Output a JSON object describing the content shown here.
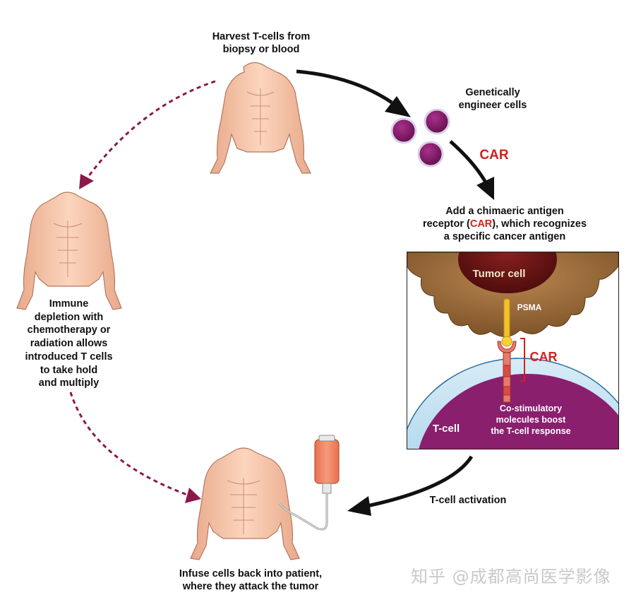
{
  "steps": {
    "harvest": "Harvest T-cells from\nbiopsy or blood",
    "engineer": "Genetically\nengineer cells",
    "car_arrow_label": "CAR",
    "add_car_line1": "Add a chimaeric antigen",
    "add_car_line2_pre": "receptor (",
    "add_car_line2_car": "CAR",
    "add_car_line2_post": "), which recognizes",
    "add_car_line3": "a specific cancer antigen",
    "activation": "T-cell activation",
    "infuse": "Infuse cells back into patient,\nwhere they attack the tumor",
    "depletion": "Immune\ndepletion with\nchemotherapy or\nradiation allows\nintroduced T cells\nto take hold\nand multiply"
  },
  "inset": {
    "tumor_cell": "Tumor cell",
    "psma": "PSMA",
    "car": "CAR",
    "costim": "Co-stimulatory\nmolecules boost\nthe T-cell response",
    "tcell": "T-cell"
  },
  "watermark": "知乎 @成都高尚医学影像",
  "colors": {
    "arrow": "#111111",
    "dashed": "#8b1a4a",
    "cell": "#8a1f6e",
    "tumor": "#9a6a3a",
    "nucleus": "#6e1616",
    "car_red": "#d0211f",
    "skin": "#f6c6a8"
  }
}
